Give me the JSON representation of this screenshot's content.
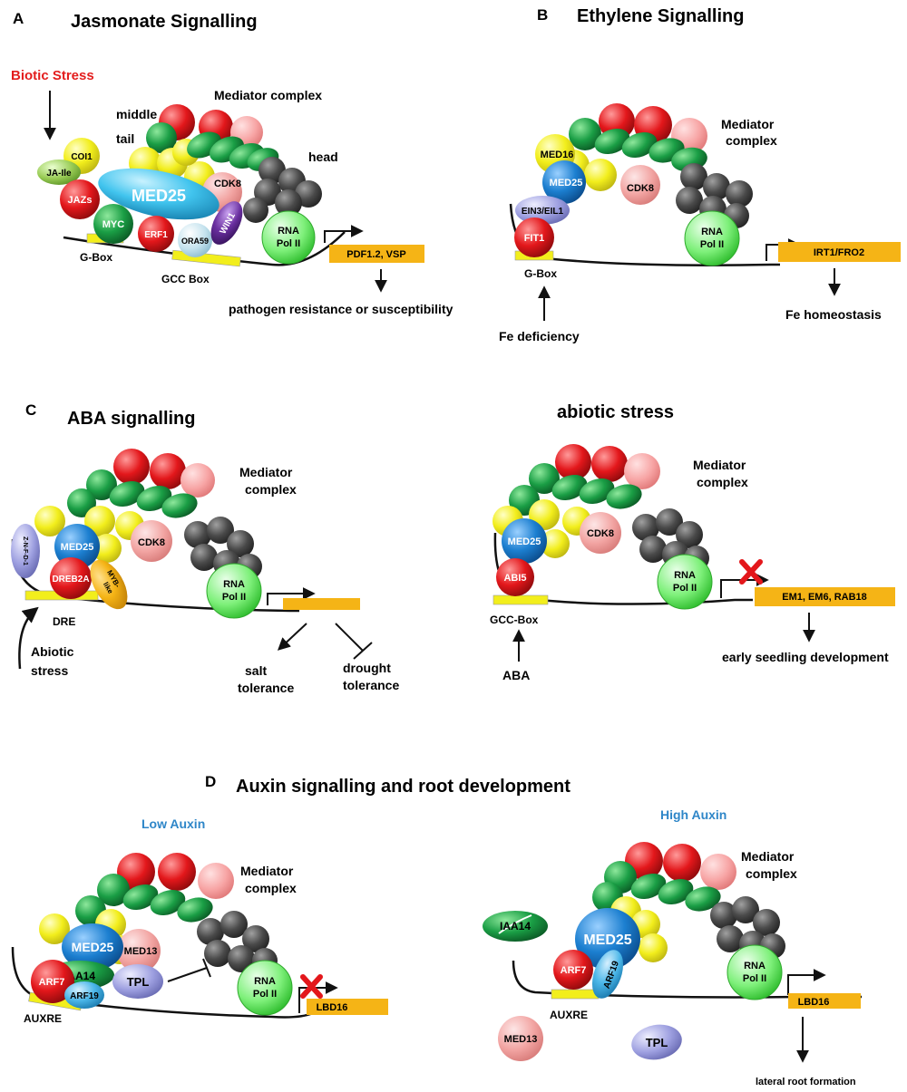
{
  "panels": {
    "a": {
      "letter": "A",
      "title": "Jasmonate Signalling",
      "stress": "Biotic Stress",
      "label_middle": "middle",
      "label_tail": "tail",
      "label_head": "head",
      "label_mediator": "Mediator  complex",
      "coi1": "COI1",
      "ja_ile": "JA-Ile",
      "jazs": "JAZs",
      "med25": "MED25",
      "myc": "MYC",
      "erf1": "ERF1",
      "ora59": "ORA59",
      "win1": "WIN1",
      "cdk8": "CDK8",
      "rna_pol_1": "RNA",
      "rna_pol_2": "Pol II",
      "gbox": "G-Box",
      "gccbox": "GCC Box",
      "gene": "PDF1.2, VSP",
      "outcome": "pathogen resistance or susceptibility"
    },
    "b": {
      "letter": "B",
      "title": "Ethylene Signalling",
      "label_mediator_1": "Mediator",
      "label_mediator_2": "complex",
      "med16": "MED16",
      "med25": "MED25",
      "ein3": "EIN3/EIL1",
      "fit1": "FIT1",
      "cdk8": "CDK8",
      "rna_pol_1": "RNA",
      "rna_pol_2": "Pol II",
      "gbox": "G-Box",
      "gene": "IRT1/FRO2",
      "stress": "Fe  deficiency",
      "outcome": "Fe homeostasis"
    },
    "c1": {
      "letter": "C",
      "title": "ABA signalling",
      "label_mediator_1": "Mediator",
      "label_mediator_2": "complex",
      "znfd": "Z-N-F-D-1",
      "med25": "MED25",
      "dreb2a": "DREB2A",
      "myb_1": "MYB-",
      "myb_2": "like",
      "cdk8": "CDK8",
      "rna_pol_1": "RNA",
      "rna_pol_2": "Pol II",
      "dre": "DRE",
      "stress_1": "Abiotic",
      "stress_2": "stress",
      "salt_1": "salt",
      "salt_2": "tolerance",
      "drought_1": "drought",
      "drought_2": "tolerance"
    },
    "c2": {
      "title": "abiotic stress",
      "label_mediator_1": "Mediator",
      "label_mediator_2": "complex",
      "med25": "MED25",
      "abi5": "ABI5",
      "cdk8": "CDK8",
      "rna_pol_1": "RNA",
      "rna_pol_2": "Pol II",
      "gccbox": "GCC-Box",
      "gene": "EM1, EM6, RAB18",
      "stress": "ABA",
      "outcome": "early seedling development"
    },
    "d": {
      "letter": "D",
      "title": "Auxin signalling and root development",
      "low": {
        "subtitle": "Low Auxin",
        "label_mediator_1": "Mediator",
        "label_mediator_2": "complex",
        "med25": "MED25",
        "med13": "MED13",
        "iaa14": "IAA14",
        "arf7": "ARF7",
        "arf19": "ARF19",
        "tpl": "TPL",
        "rna_pol_1": "RNA",
        "rna_pol_2": "Pol II",
        "auxre": "AUXRE",
        "gene": "LBD16"
      },
      "high": {
        "subtitle": "High Auxin",
        "label_mediator_1": "Mediator",
        "label_mediator_2": "complex",
        "med25": "MED25",
        "iaa14": "IAA14",
        "arf7": "ARF7",
        "arf19": "ARF19",
        "med13": "MED13",
        "tpl": "TPL",
        "rna_pol_1": "RNA",
        "rna_pol_2": "Pol II",
        "auxre": "AUXRE",
        "gene": "LBD16",
        "outcome": "lateral root formation"
      }
    }
  },
  "colors": {
    "red": "#e3171b",
    "green": "#1a9e45",
    "yellow": "#f2ee1c",
    "gray": "#4a4a4a",
    "pink": "#f2a4a2",
    "blue": "#1c7fd0",
    "lightgreen": "#7ef07a",
    "orange": "#f5b416",
    "purple": "#6a2fa0",
    "lavender": "#9d9fe0",
    "biotic_red": "#e31d1d",
    "auxin_blue": "#2e86c8"
  }
}
